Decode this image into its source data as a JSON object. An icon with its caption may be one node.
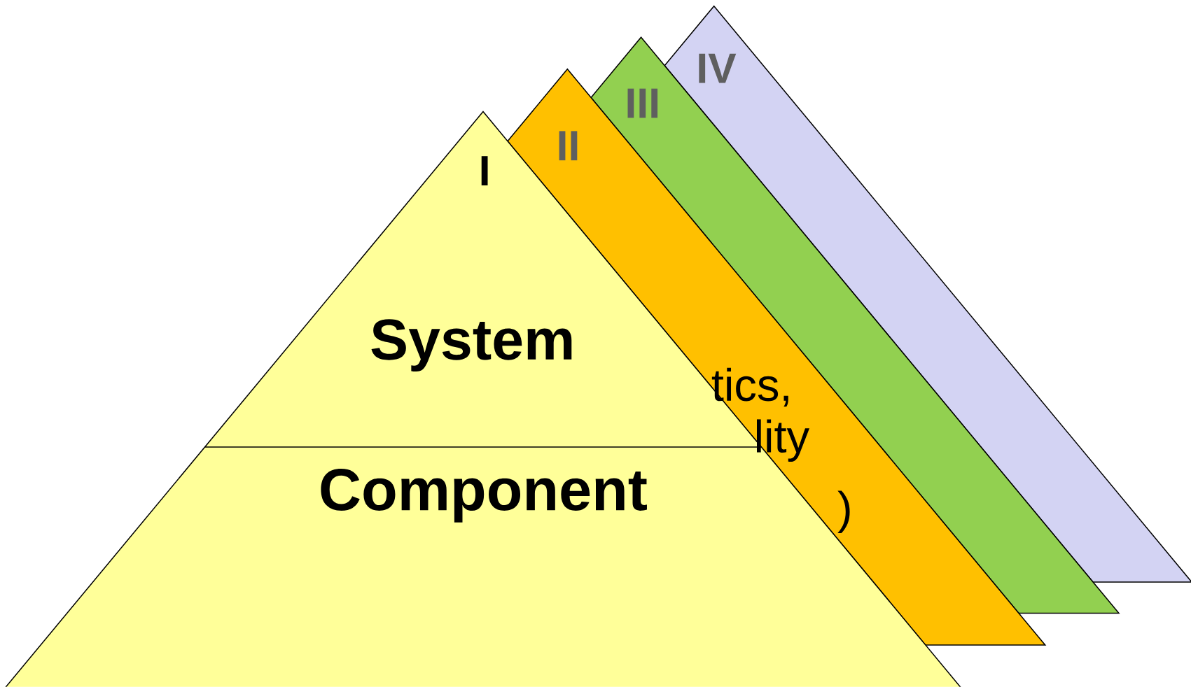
{
  "diagram": {
    "nodes": [
      {
        "text": [
          "I",
          "System",
          "Component"
        ]
      },
      {
        "text": [
          "II",
          "tics,",
          "lity",
          ")"
        ]
      },
      {
        "text": [
          "III"
        ]
      },
      {
        "text": [
          "IV"
        ]
      }
    ]
  }
}
